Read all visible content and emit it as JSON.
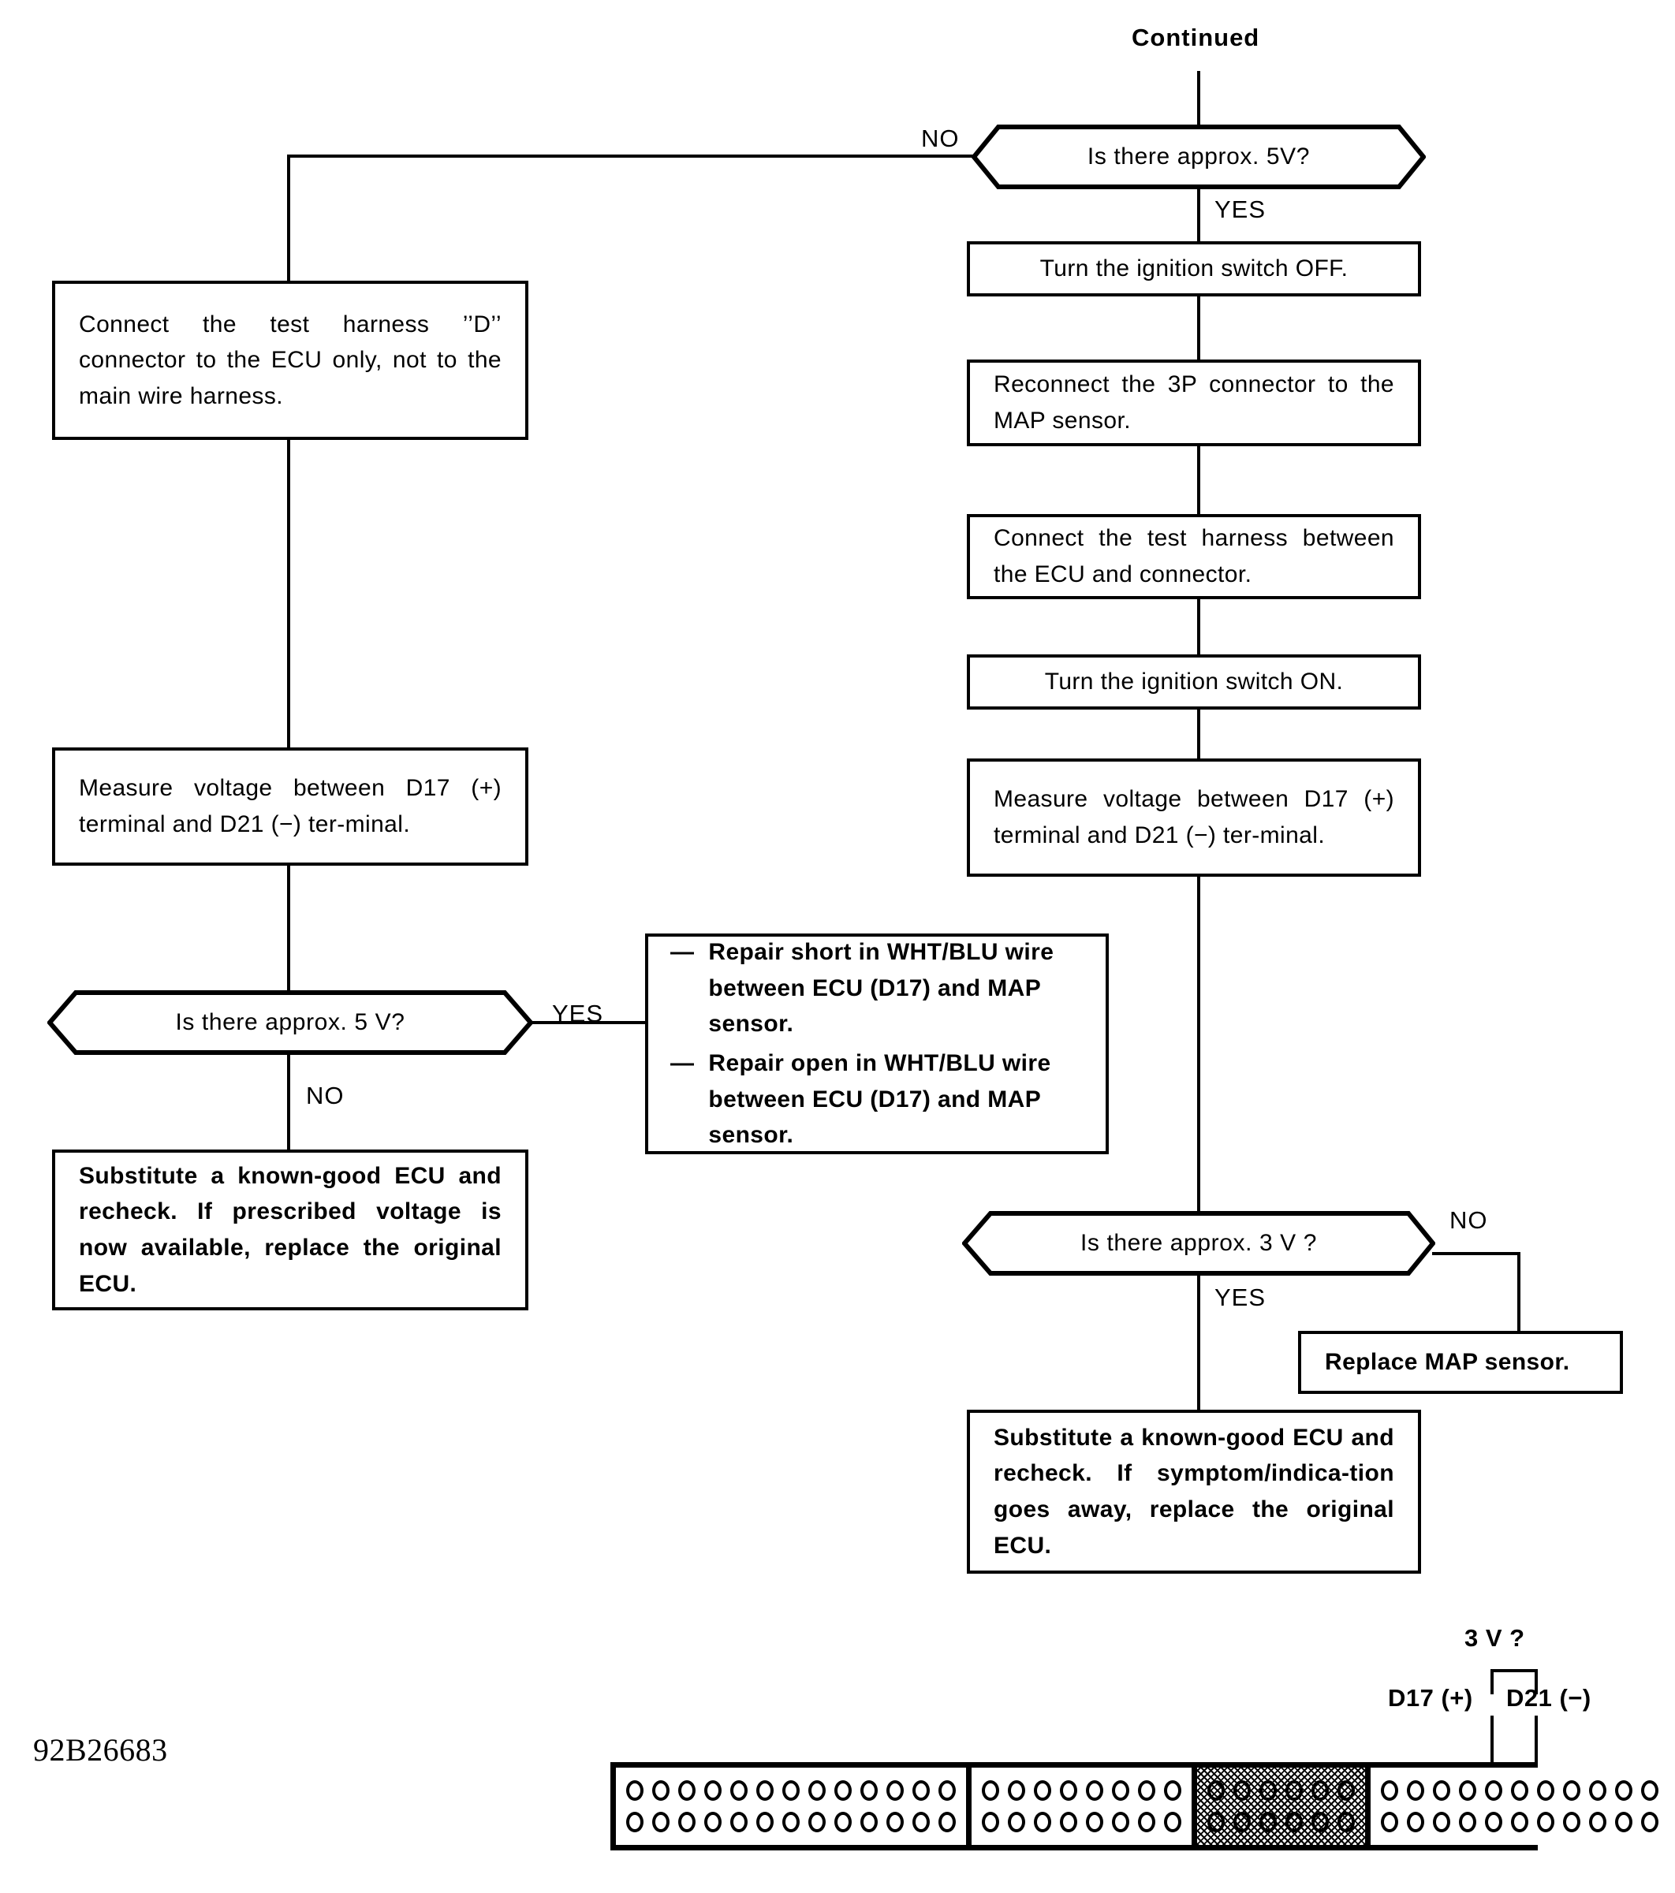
{
  "page": {
    "code": "92B26683",
    "continued_label": "Continued"
  },
  "flow": {
    "top_decision": {
      "text": "Is there approx. 5V?",
      "yes_label": "YES",
      "no_label": "NO"
    },
    "right_steps": [
      {
        "text": "Turn the ignition switch OFF."
      },
      {
        "text": "Reconnect the 3P connector to the MAP sensor."
      },
      {
        "text": "Connect the test harness between the ECU and connector."
      },
      {
        "text": "Turn the ignition switch ON."
      },
      {
        "text": "Measure voltage between D17 (+) terminal and D21 (−) ter-minal."
      }
    ],
    "left_steps": [
      {
        "text": "Connect the test harness ’’D’’ connector to the ECU only, not to the main wire harness."
      },
      {
        "text": "Measure voltage between D17 (+) terminal and D21 (−) ter-minal."
      }
    ],
    "left_decision": {
      "text": "Is there approx. 5 V?",
      "yes_label": "YES",
      "no_label": "NO"
    },
    "repair_box": {
      "bullet": "—",
      "items": [
        "Repair short in WHT/BLU wire between ECU (D17) and MAP sensor.",
        "Repair open in WHT/BLU wire between ECU (D17) and MAP sensor."
      ]
    },
    "left_result": {
      "text": "Substitute a known-good ECU and recheck. If prescribed voltage is now available, replace the original ECU."
    },
    "bottom_decision": {
      "text": "Is there approx. 3 V ?",
      "yes_label": "YES",
      "no_label": "NO"
    },
    "replace_sensor": {
      "text": "Replace MAP sensor."
    },
    "right_result": {
      "text": "Substitute a known-good ECU and recheck. If symptom/indica-tion goes away, replace the original ECU."
    }
  },
  "connector_illustration": {
    "probe_voltage": "3 V ?",
    "probe_positive": "D17 (+)",
    "probe_negative": "D21 (−)",
    "blocks": [
      {
        "columns": 13,
        "rows": 2,
        "shaded": false
      },
      {
        "columns": 8,
        "rows": 2,
        "shaded": false
      },
      {
        "columns": 6,
        "rows": 2,
        "shaded": true
      },
      {
        "columns": 11,
        "rows": 2,
        "shaded": false
      }
    ]
  },
  "colors": {
    "ink": "#000000",
    "paper": "#ffffff"
  }
}
